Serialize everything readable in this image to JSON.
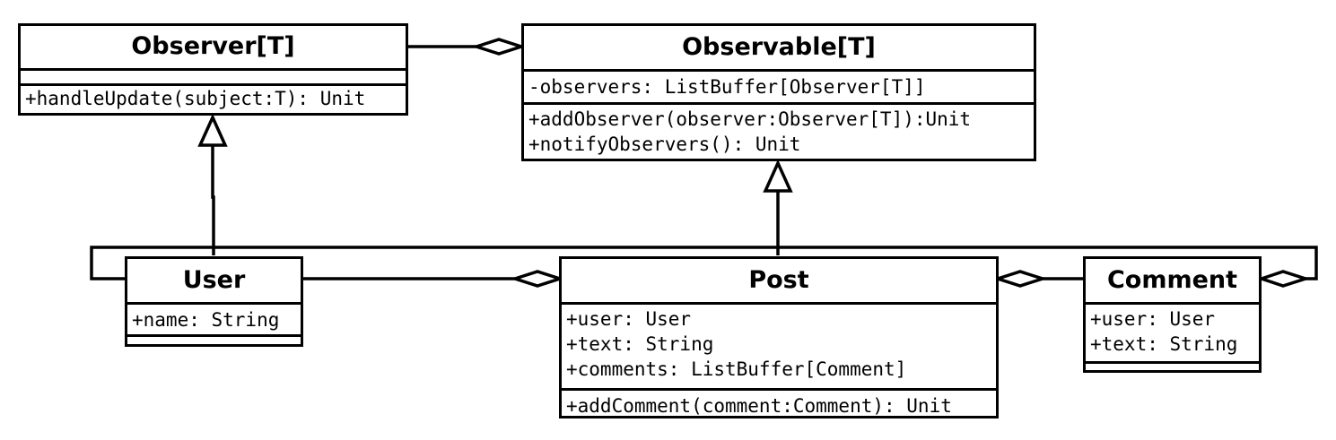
{
  "diagram": {
    "classes": {
      "observer": {
        "name": "Observer[T]",
        "attributes": [],
        "methods": [
          "+handleUpdate(subject:T): Unit"
        ]
      },
      "observable": {
        "name": "Observable[T]",
        "attributes": [
          "-observers: ListBuffer[Observer[T]]"
        ],
        "methods": [
          "+addObserver(observer:Observer[T]):Unit",
          "+notifyObservers(): Unit"
        ]
      },
      "user": {
        "name": "User",
        "attributes": [
          "+name: String"
        ],
        "methods": []
      },
      "post": {
        "name": "Post",
        "attributes": [
          "+user: User",
          "+text: String",
          "+comments: ListBuffer[Comment]"
        ],
        "methods": [
          "+addComment(comment:Comment): Unit"
        ]
      },
      "comment": {
        "name": "Comment",
        "attributes": [
          "+user: User",
          "+text: String"
        ],
        "methods": []
      }
    },
    "relations": [
      {
        "type": "aggregation",
        "whole": "Observable[T]",
        "part": "Observer[T]"
      },
      {
        "type": "generalization",
        "child": "User",
        "parent": "Observer[T]"
      },
      {
        "type": "generalization",
        "child": "Post",
        "parent": "Observable[T]"
      },
      {
        "type": "aggregation",
        "whole": "Post",
        "part": "User"
      },
      {
        "type": "aggregation",
        "whole": "Post",
        "part": "Comment"
      },
      {
        "type": "aggregation",
        "whole": "Comment",
        "part": "User"
      }
    ]
  }
}
